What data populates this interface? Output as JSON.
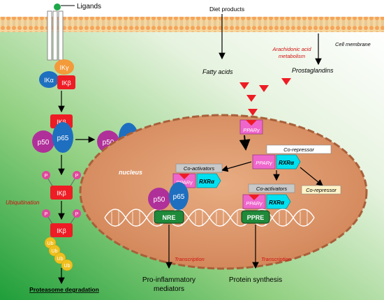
{
  "labels": {
    "ligands": "Ligands",
    "diet_products": "Diet products",
    "cell_membrane": "Cell membrane",
    "arachidonic_line1": "Arachidonic acid",
    "arachidonic_line2": "metabolism",
    "fatty_acids": "Fatty acids",
    "prostaglandins": "Prostaglandins",
    "nucleus": "nucleus",
    "ubiquitination": "Ubiquitination",
    "proteasome_degradation": "Proteasome degradation",
    "transcription_left": "Transcription",
    "transcription_right": "Transcription",
    "pro_inflammatory_line1": "Pro-inflammatory",
    "pro_inflammatory_line2": "mediators",
    "protein_synthesis": "Protein synthesis"
  },
  "proteins": {
    "ikg": "IKγ",
    "ika": "IKα",
    "ikb": "IKβ",
    "p50": "p50",
    "p65": "p65",
    "p": "P",
    "ub": "Ub",
    "ppar": "PPARγ",
    "rxr": "RXRα",
    "nre": "NRE",
    "ppre": "PPRE"
  },
  "boxes": {
    "co_repressor": "Co-repressor",
    "co_activators": "Co-activators"
  },
  "colors": {
    "membrane": "#f6c07a",
    "ikb_red": "#ee1c24",
    "p50_purple": "#b0309a",
    "p65_blue": "#1e6fbf",
    "ppar_pink": "#ee66cc",
    "rxr_cyan": "#00e0f0",
    "nre_green": "#1f8a3a",
    "nucleus_orange": "#dd9a6e",
    "ligand_green": "#1ea84a"
  }
}
